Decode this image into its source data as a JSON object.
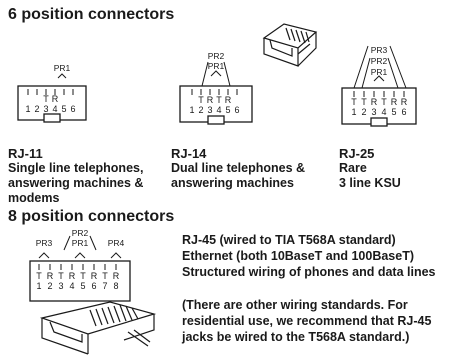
{
  "sections": {
    "six": {
      "title": "6 position connectors"
    },
    "eight": {
      "title": "8 position connectors"
    }
  },
  "rj11": {
    "pairs": [
      "PR1"
    ],
    "tr": [
      "R",
      "T"
    ],
    "pins": [
      "1",
      "2",
      "3",
      "4",
      "5",
      "6"
    ],
    "name": "RJ-11",
    "desc": [
      "Single line telephones,",
      "answering machines &",
      "modems"
    ]
  },
  "rj14": {
    "pairs": [
      "PR2",
      "PR1"
    ],
    "tr": [
      "T",
      "R",
      "T",
      "R"
    ],
    "pins": [
      "1",
      "2",
      "3",
      "4",
      "5",
      "6"
    ],
    "name": "RJ-14",
    "desc": [
      "Dual line telephones &",
      "answering machines"
    ]
  },
  "rj25": {
    "pairs": [
      "PR3",
      "PR2",
      "PR1"
    ],
    "tr": [
      "T",
      "T",
      "R",
      "T",
      "R",
      "R"
    ],
    "pins": [
      "1",
      "2",
      "3",
      "4",
      "5",
      "6"
    ],
    "name": "RJ-25",
    "desc": [
      "Rare",
      "3 line KSU"
    ]
  },
  "rj45": {
    "pairs": [
      "PR2",
      "PR3",
      "PR1",
      "PR4"
    ],
    "tr": [
      "T",
      "R",
      "T",
      "R",
      "T",
      "R",
      "T",
      "R"
    ],
    "pins": [
      "1",
      "2",
      "3",
      "4",
      "5",
      "6",
      "7",
      "8"
    ],
    "lines": [
      "RJ-45  (wired to TIA T568A standard)",
      "Ethernet (both 10BaseT and 100BaseT)",
      "Structured wiring of phones and data lines"
    ],
    "note": [
      "(There are other wiring standards.  For",
      "residential use, we recommend that  RJ-45",
      "jacks be wired to the T568A standard.)"
    ]
  }
}
